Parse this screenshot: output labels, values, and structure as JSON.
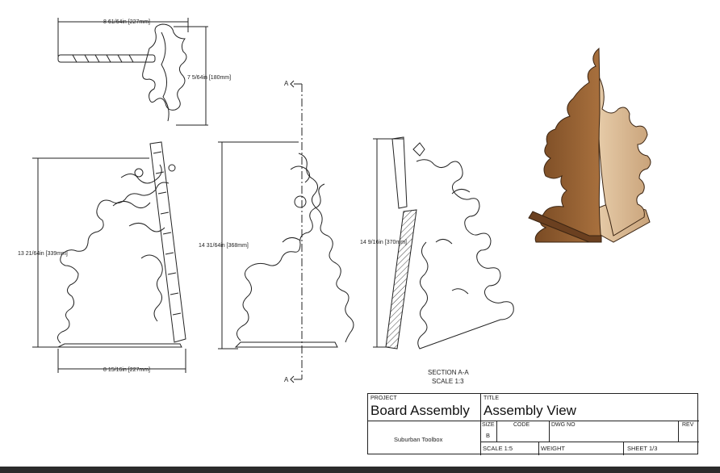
{
  "dimensions": {
    "top_width": "8 61/64in [227mm]",
    "top_height": "7 5/64in [180mm]",
    "left_height": "13 21/64in [339mm]",
    "left_width": "8 15/16in [227mm]",
    "mid_height": "14 31/64in [368mm]",
    "section_height": "14 9/16in [370mm]"
  },
  "section": {
    "marker_top": "A",
    "marker_bottom": "A",
    "caption": "SECTION A-A",
    "scale": "SCALE 1:3"
  },
  "title_block": {
    "project_label": "PROJECT",
    "project": "Board Assembly",
    "title_label": "TITLE",
    "title": "Assembly View",
    "company": "Suburban Toolbox",
    "size_label": "SIZE",
    "size": "B",
    "code_label": "CODE",
    "dwg_label": "DWG NO",
    "rev_label": "REV",
    "scale": "SCALE  1:5",
    "weight_label": "WEIGHT",
    "sheet": "SHEET  1/3"
  },
  "colors": {
    "line": "#222222",
    "wood_dark": "#8a5a2e",
    "wood_light": "#d9b892",
    "hatch": "#444444"
  }
}
